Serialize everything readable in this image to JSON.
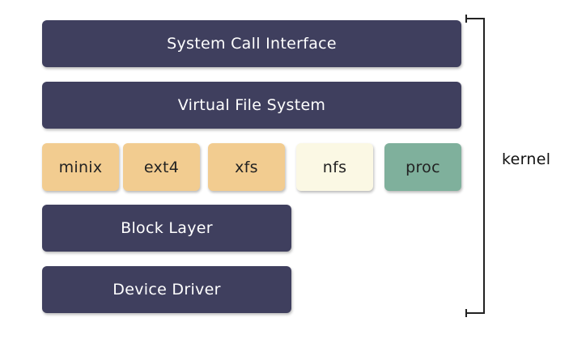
{
  "layers": {
    "syscall": "System Call Interface",
    "vfs": "Virtual File System",
    "block": "Block Layer",
    "driver": "Device Driver"
  },
  "filesystems": [
    "minix",
    "ext4",
    "xfs",
    "nfs",
    "proc"
  ],
  "kernel_label": "kernel",
  "colors": {
    "layer": "#3f3f5e",
    "local_fs": "#f2cc90",
    "network_fs": "#fbf8e4",
    "pseudo_fs": "#7fb09c"
  }
}
